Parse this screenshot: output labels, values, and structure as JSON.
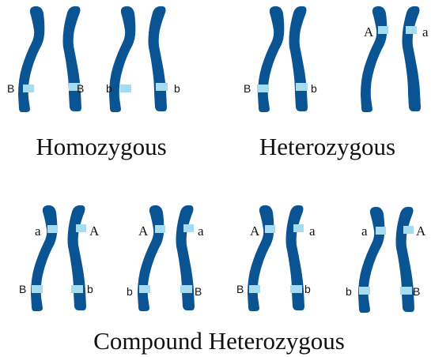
{
  "colors": {
    "chromosome": "#0a5493",
    "chromosome_edge": "#083f73",
    "band": "#a6dcef"
  },
  "captions": {
    "homozygous": "Homozygous",
    "heterozygous": "Heterozygous",
    "compound": "Compound Heterozygous"
  },
  "pairs": [
    {
      "left_label": "B",
      "right_label": "B"
    },
    {
      "left_label": "b",
      "right_label": "b"
    },
    {
      "left_label": "B",
      "right_label": "b"
    },
    {
      "left_label": "A",
      "right_label": "a"
    },
    {
      "left_top": "a",
      "right_top": "A",
      "left_bottom": "B",
      "right_bottom": "b"
    },
    {
      "left_top": "A",
      "right_top": "a",
      "left_bottom": "b",
      "right_bottom": "B"
    },
    {
      "left_top": "A",
      "right_top": "a",
      "left_bottom": "B",
      "right_bottom": "b"
    },
    {
      "left_top": "a",
      "right_top": "A",
      "left_bottom": "b",
      "right_bottom": "B"
    }
  ]
}
